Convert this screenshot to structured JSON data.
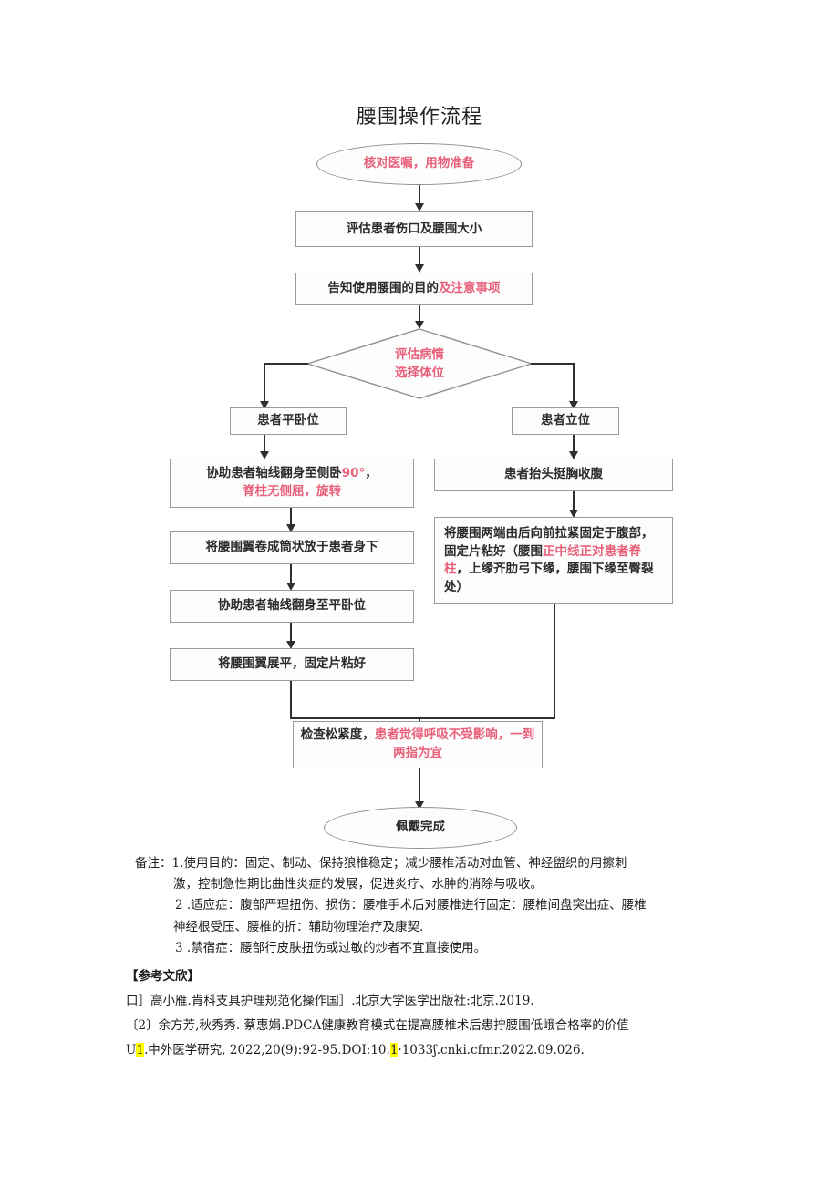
{
  "document": {
    "title": "腰围操作流程"
  },
  "flowchart": {
    "start": {
      "text": "核对医嘱，用物准备"
    },
    "step_assess": {
      "text": "评估患者伤口及腰围大小"
    },
    "step_inform": {
      "black": "告知使用腰围的目的",
      "red": "及注意事项"
    },
    "decision": {
      "line1": "评估病情",
      "line2": "选择体位"
    },
    "left_branch": {
      "label": "患者平卧位",
      "steps": [
        {
          "black_a": "协助患者轴线翻身至侧卧",
          "red_a": "90°",
          "black_b": "，",
          "red_b": "脊柱无侧屈，旋转"
        },
        {
          "text": "将腰围翼卷成筒状放于患者身下"
        },
        {
          "text": "协助患者轴线翻身至平卧位"
        },
        {
          "text": "将腰围翼展平，固定片粘好"
        }
      ]
    },
    "right_branch": {
      "label": "患者立位",
      "steps": [
        {
          "text": "患者抬头挺胸收腹"
        },
        {
          "black_a": "将腰围两端由后向前拉紧固定于腹部，固定片粘好（腰围",
          "red_a": "正中线正对患者脊柱",
          "black_b": "，上缘齐肋弓下缘，腰围下缘至臀裂处）"
        }
      ]
    },
    "check": {
      "black": "检查松紧度，",
      "red": "患者觉得呼吸不受影响，一到两指为宜"
    },
    "end": {
      "text": "佩戴完成"
    }
  },
  "notes": {
    "prefix": "备注：",
    "items": [
      {
        "num": "1.",
        "line1": "使用目的：固定、制动、保持狼椎稳定；减少腰椎活动对血管、神经盥织的用擦刺",
        "line2": "激，控制急性期比曲性炎症的发展，促进炎疗、水肿的消除与吸收。"
      },
      {
        "num": "2 .",
        "line1": "适应症：腹部严理扭伤、损伤：腰椎手术后对腰椎进行固定：腰椎间盘突出症、腰椎",
        "line2": "神经根受压、腰椎的折：辅助物理治疗及康契."
      },
      {
        "num": "3  .",
        "line1": "禁宿症：腰部行皮肤扭伤或过敏的炒者不宜直接使用。",
        "line2": ""
      }
    ]
  },
  "references": {
    "heading": "【参考文欣】",
    "entry1": "口］高小雁.肯科支具护理规范化操作国］.北京大学医学出版社:北京.2019.",
    "entry2_line1": "〔2〕余方芳,秋秀秀. 蔡惠娟.PDCA健康教育模式在提高腰椎术后患拧腰围低峨合格率的价值",
    "entry2_line2_a": "U",
    "entry2_hl1": "1",
    "entry2_line2_b": ".中外医学研究, 2022,20(9):92-95.DOI:10.",
    "entry2_hl2": "1",
    "entry2_line2_c": "·1033ʃ.cnki.cfmr.2022.09.026."
  },
  "colors": {
    "red_text": "#e8607a",
    "black_text": "#2b2b2b",
    "line": "#2f2f2f",
    "box_border": "#9a9a9a",
    "highlight": "#ffff00"
  }
}
